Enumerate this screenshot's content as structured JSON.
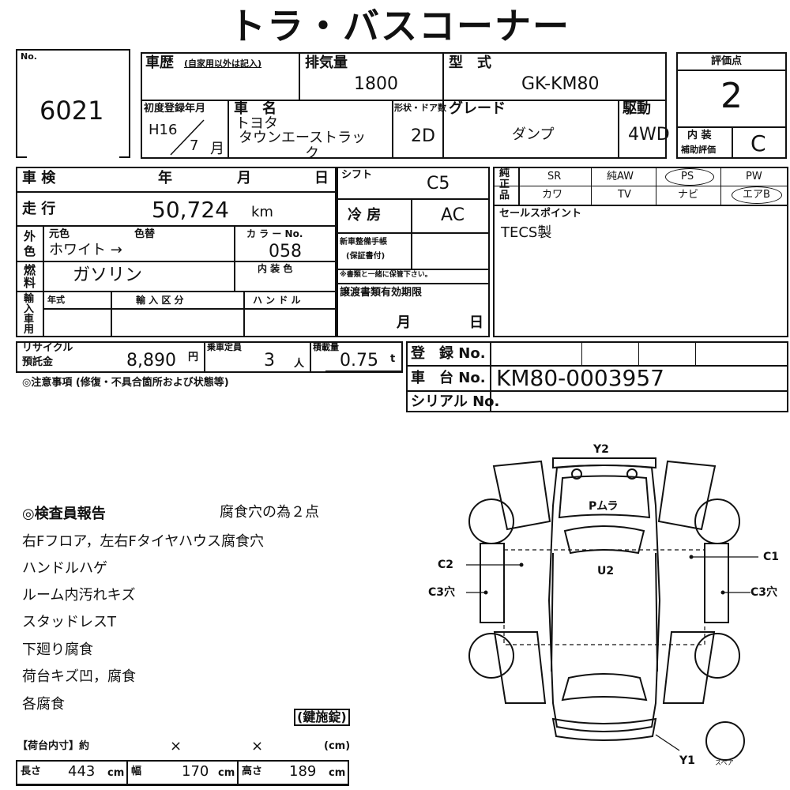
{
  "title": "トラ・バスコーナー",
  "lot": {
    "label": "No.",
    "value": "6021"
  },
  "history": {
    "label": "車歴",
    "note": "(自家用以外は記入)"
  },
  "displacement": {
    "label": "排気量",
    "value": "1800"
  },
  "model": {
    "label": "型　式",
    "value": "GK-KM80"
  },
  "score": {
    "label": "評価点",
    "value": "2"
  },
  "interior": {
    "label1": "内 装",
    "label2": "補助評価",
    "value": "C"
  },
  "first_reg": {
    "label": "初度登録年月",
    "era_year": "H16",
    "month": "7",
    "month_unit": "月"
  },
  "car_name": {
    "label": "車　名",
    "maker": "トヨタ",
    "name_line1": "タウンエーストラッ",
    "name_line2": "ク"
  },
  "body_doors": {
    "label": "形状・ドア数",
    "value": "2D"
  },
  "grade": {
    "label": "グレード",
    "value": "ダンプ"
  },
  "drive": {
    "label": "駆動",
    "value": "4WD"
  },
  "inspection": {
    "label": "車 検",
    "year": "年",
    "month": "月",
    "day": "日"
  },
  "mileage": {
    "label": "走 行",
    "value": "50,724",
    "unit": "km"
  },
  "shift": {
    "label": "シフト",
    "value": "C5"
  },
  "ac": {
    "label": "冷 房",
    "value": "AC"
  },
  "genuine": {
    "label": "純正品",
    "row1": [
      "SR",
      "純AW",
      "PS",
      "PW"
    ],
    "row2": [
      "カワ",
      "TV",
      "ナビ",
      "エアB"
    ],
    "circled": [
      "PS",
      "エアB"
    ]
  },
  "color": {
    "label": "外色",
    "original_label": "元色",
    "change_label": "色替",
    "value": "ホワイト →",
    "code_label": "カ ラ ー No.",
    "code": "058",
    "interior_label": "内 装 色"
  },
  "fuel": {
    "label": "燃料",
    "value": "ガソリン"
  },
  "warranty": {
    "label_line1": "新車整備手帳",
    "label_line2": "(保証書付)",
    "note": "※書類と一緒に保管下さい。"
  },
  "sales_point": {
    "label": "セールスポイント",
    "value": "TECS製"
  },
  "import": {
    "label": "輸入車用",
    "year_label": "年式",
    "type_label": "輸 入 区 分",
    "handle_label": "ハ ン ド ル"
  },
  "transfer": {
    "label": "譲渡書類有効期限",
    "month": "月",
    "day": "日"
  },
  "recycle": {
    "label1": "リサイクル",
    "label2": "預託金",
    "value": "8,890",
    "unit": "円"
  },
  "capacity": {
    "label": "乗車定員",
    "value": "3",
    "unit": "人"
  },
  "load": {
    "label": "積載量",
    "value": "0.75",
    "unit": "t"
  },
  "registration": {
    "label": "登　録 No."
  },
  "chassis": {
    "label": "車　台 No.",
    "value": "KM80-0003957"
  },
  "serial": {
    "label": "シリアル No."
  },
  "notes_label": "◎注意事項 (修復・不具合箇所および状態等)",
  "inspector": {
    "label": "◎検査員報告",
    "headline": "腐食穴の為２点",
    "lines": [
      "右Fフロア，左右Fタイヤハウス腐食穴",
      "ハンドルハゲ",
      "ルーム内汚れキズ",
      "スタッドレスT",
      "下廻り腐食",
      "荷台キズ凹，腐食",
      "各腐食"
    ],
    "key": "(鍵施錠)"
  },
  "cargo": {
    "label": "【荷台内寸】約",
    "x": "×",
    "unit_cm": "(cm)",
    "length_label": "長さ",
    "length": "443",
    "width_label": "幅",
    "width": "170",
    "height_label": "高さ",
    "height": "189",
    "cm": "cm"
  },
  "diagram": {
    "y2": "Y2",
    "pmura": "Pムラ",
    "u2": "U2",
    "c1": "C1",
    "c2": "C2",
    "c3_left": "C3穴",
    "c3_right": "C3穴",
    "y1": "Y1",
    "spare": "スペア"
  }
}
